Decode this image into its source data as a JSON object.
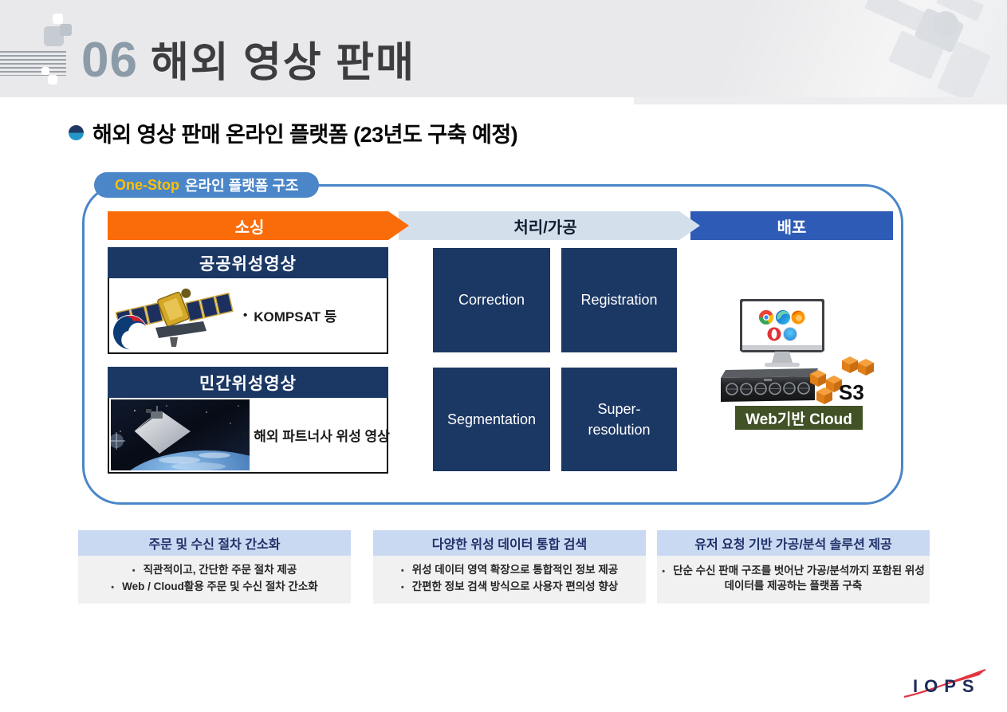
{
  "header": {
    "number": "06",
    "title": "해외 영상 판매"
  },
  "intro": {
    "title": "해외 영상 판매 온라인 플랫폼 (23년도 구축 예정)"
  },
  "platform": {
    "tag": {
      "highlight": "One-Stop",
      "rest": "온라인 플랫폼 구조"
    },
    "stages": {
      "sourcing": "소싱",
      "processing": "처리/가공",
      "distribution": "배포"
    },
    "sources": [
      {
        "title": "공공위성영상",
        "desc": "KOMPSAT 등"
      },
      {
        "title": "민간위성영상",
        "desc": "해외 파트너사 위성 영상"
      }
    ],
    "process_boxes": [
      "Correction",
      "Registration",
      "Segmentation",
      "Super-resolution"
    ],
    "distribution": {
      "s3": "S3",
      "cloud": "Web기반 Cloud"
    }
  },
  "benefits": [
    {
      "title": "주문 및 수신 절차 간소화",
      "items": [
        "직관적이고, 간단한 주문 절차 제공",
        "Web / Cloud활용 주문 및 수신 절차 간소화"
      ]
    },
    {
      "title": "다양한 위성 데이터 통합 검색",
      "items": [
        "위성 데이터 영역 확장으로 통합적인 정보 제공",
        "간편한 정보 검색 방식으로 사용자 편의성 향상"
      ]
    },
    {
      "title": "유저 요청 기반 가공/분석 솔루션 제공",
      "items": [
        "단순 수신 판매 구조를 벗어난 가공/분석까지 포함된 위성데이터를 제공하는 플랫폼 구축"
      ]
    }
  ],
  "footer": {
    "logo": "IOPS"
  },
  "colors": {
    "band": "#e9e9eb",
    "navy": "#1b3764",
    "orange": "#fa6c0a",
    "stage_light": "#d4dfec",
    "stage_blue": "#2d5bb5",
    "tag_blue": "#4a86c8",
    "green": "#405226",
    "benefit_header": "#cad9f2",
    "benefit_body": "#f1f1f2",
    "one_stop_yellow": "#ffc000"
  }
}
